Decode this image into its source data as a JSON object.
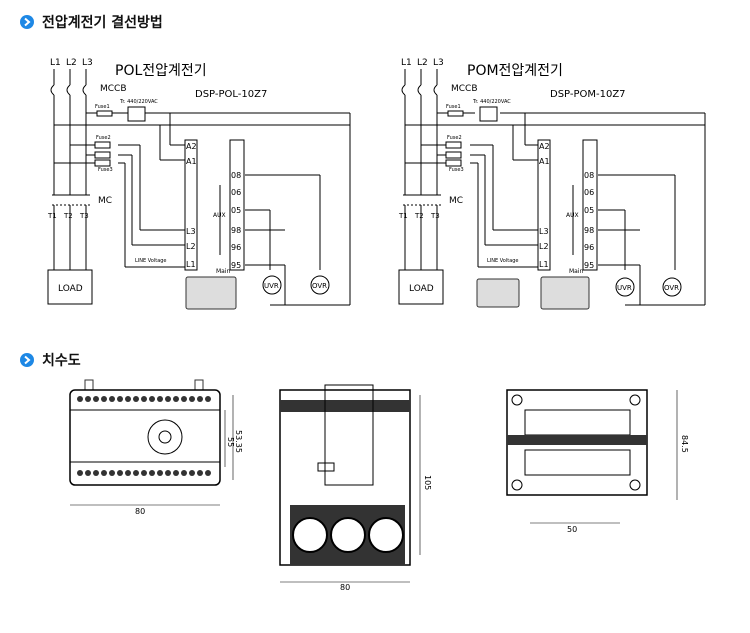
{
  "sections": {
    "wiring_title": "전압계전기 결선방법",
    "dimensions_title": "치수도"
  },
  "wiring_left": {
    "title": "POL전압계전기",
    "model": "DSP-POL-10Z7",
    "lines": [
      "L1",
      "L2",
      "L3"
    ],
    "breaker": "MCCB",
    "contactor": "MC",
    "terminals_out": [
      "T1",
      "T2",
      "T3"
    ],
    "load": "LOAD",
    "fuse": "Fuse1",
    "fuse2": "Fuse2",
    "fuse3": "Fuse3",
    "transformer": "Tr. 440/220VAC",
    "relay_terminals": [
      "A2",
      "A1",
      "L3",
      "L2",
      "L1"
    ],
    "contact_terminals": [
      "08",
      "06",
      "05",
      "98",
      "96",
      "95"
    ],
    "aux_label": "AUX",
    "main_label": "Main",
    "line_voltage": "LINE Voltage",
    "lamps": [
      "UVR",
      "OVR"
    ]
  },
  "wiring_right": {
    "title": "POM전압계전기",
    "model": "DSP-POM-10Z7",
    "lines": [
      "L1",
      "L2",
      "L3"
    ],
    "breaker": "MCCB",
    "contactor": "MC",
    "terminals_out": [
      "T1",
      "T2",
      "T3"
    ],
    "load": "LOAD",
    "fuse": "Fuse1",
    "fuse2": "Fuse2",
    "fuse3": "Fuse3",
    "transformer": "Tr. 440/220VAC",
    "relay_terminals": [
      "A2",
      "A1",
      "L3",
      "L2",
      "L1"
    ],
    "contact_terminals": [
      "08",
      "06",
      "05",
      "98",
      "96",
      "95"
    ],
    "aux_label": "AUX",
    "main_label": "Main",
    "line_voltage": "LINE Voltage",
    "lamps": [
      "UVR",
      "OVR"
    ]
  },
  "dimensions": {
    "front_width": "80",
    "front_h1": "55",
    "front_h2": "53.35",
    "side_height": "105",
    "side_width": "80",
    "back_width": "50",
    "back_height": "84.5"
  }
}
